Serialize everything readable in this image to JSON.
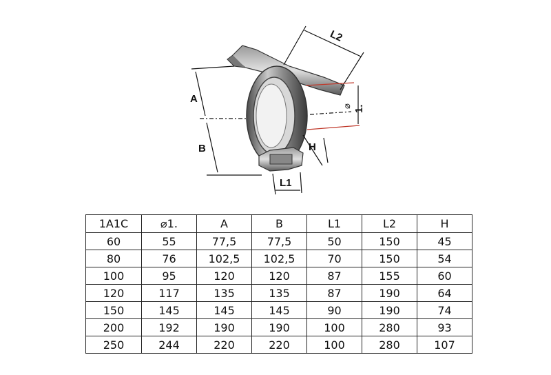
{
  "diagram": {
    "labels": {
      "a": "A",
      "b": "B",
      "l1": "L1",
      "l2": "L2",
      "h": "H",
      "diameter_symbol": "⌀",
      "diameter": "1."
    }
  },
  "table": {
    "headers": [
      "1A1C",
      "⌀1.",
      "A",
      "B",
      "L1",
      "L2",
      "H"
    ],
    "rows": [
      [
        "60",
        "55",
        "77,5",
        "77,5",
        "50",
        "150",
        "45"
      ],
      [
        "80",
        "76",
        "102,5",
        "102,5",
        "70",
        "150",
        "54"
      ],
      [
        "100",
        "95",
        "120",
        "120",
        "87",
        "155",
        "60"
      ],
      [
        "120",
        "117",
        "135",
        "135",
        "87",
        "190",
        "64"
      ],
      [
        "150",
        "145",
        "145",
        "145",
        "90",
        "190",
        "74"
      ],
      [
        "200",
        "192",
        "190",
        "190",
        "100",
        "280",
        "93"
      ],
      [
        "250",
        "244",
        "220",
        "220",
        "100",
        "280",
        "107"
      ]
    ]
  }
}
